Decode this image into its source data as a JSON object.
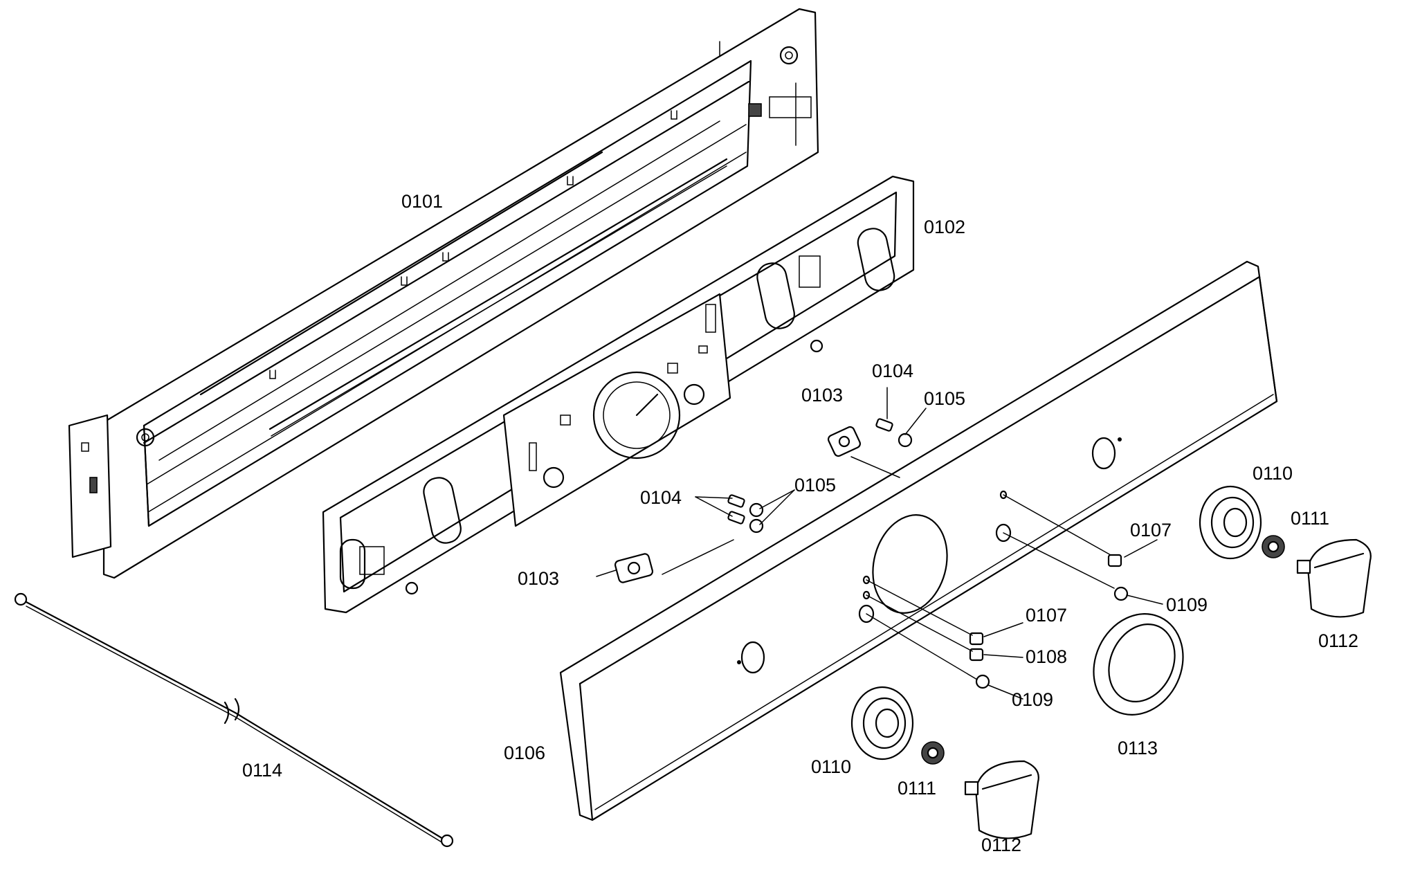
{
  "part_labels": {
    "l0101": "0101",
    "l0102": "0102",
    "l0103a": "0103",
    "l0103b": "0103",
    "l0104a": "0104",
    "l0104b": "0104",
    "l0105a": "0105",
    "l0105b": "0105",
    "l0106": "0106",
    "l0107a": "0107",
    "l0107b": "0107",
    "l0108": "0108",
    "l0109a": "0109",
    "l0109b": "0109",
    "l0110a": "0110",
    "l0110b": "0110",
    "l0111a": "0111",
    "l0111b": "0111",
    "l0112a": "0112",
    "l0112b": "0112",
    "l0113": "0113",
    "l0114": "0114"
  }
}
